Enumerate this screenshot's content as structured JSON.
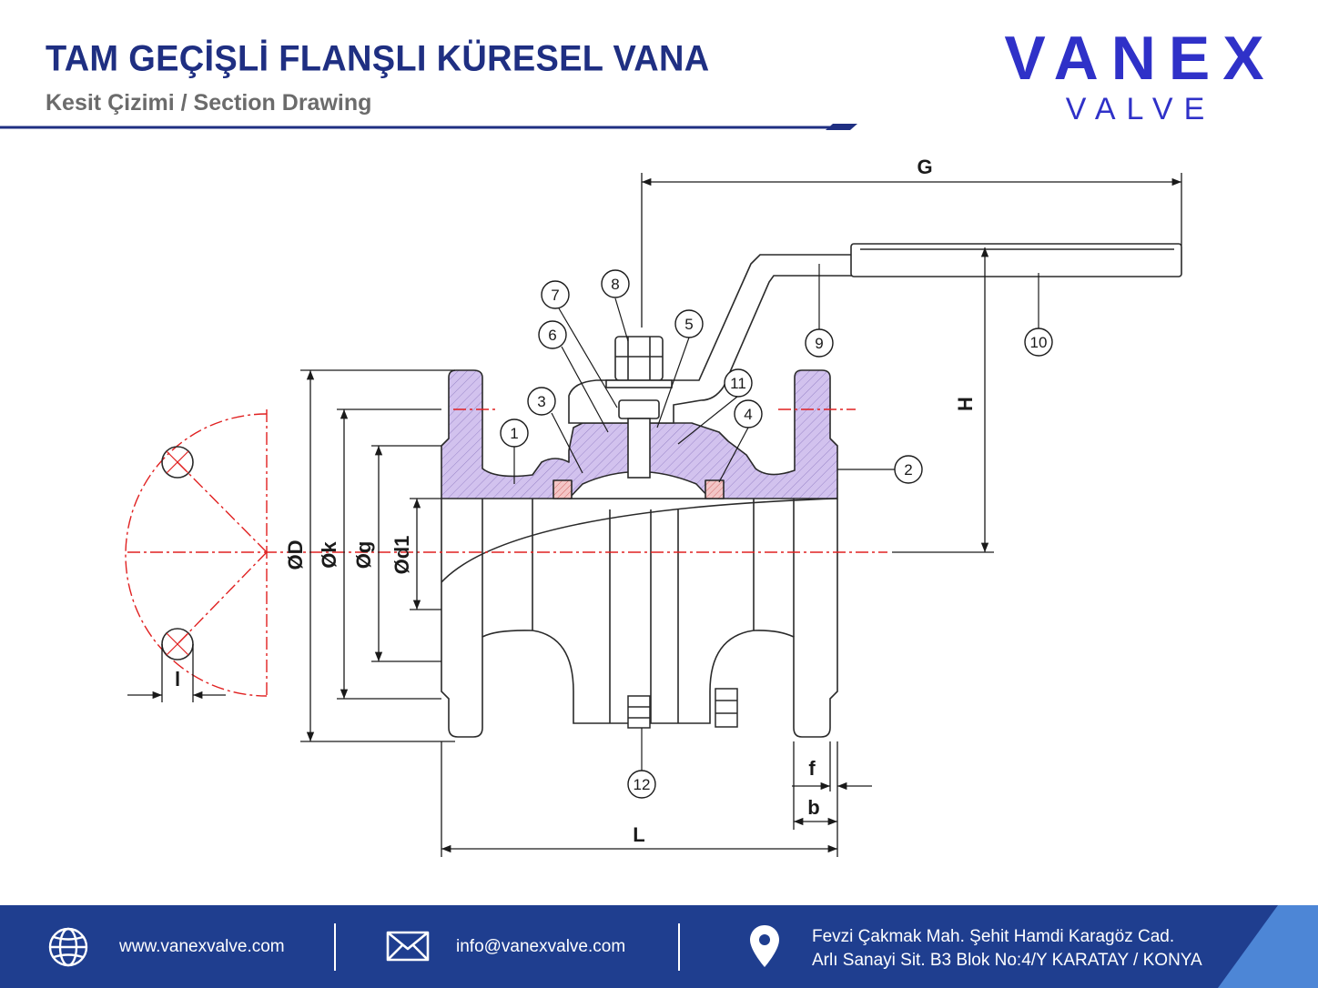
{
  "header": {
    "title": "TAM GEÇİŞLİ FLANŞLI KÜRESEL VANA",
    "subtitle": "Kesit Çizimi / Section Drawing"
  },
  "brand": {
    "name": "VANEX",
    "sub": "VALVE",
    "color": "#2f31c8"
  },
  "drawing": {
    "dimensions": {
      "G": "G",
      "H": "H",
      "L": "L",
      "f": "f",
      "b": "b",
      "l": "l",
      "D": "ØD",
      "k": "Øk",
      "g": "Øg",
      "d1": "Ød1"
    },
    "parts": [
      "1",
      "2",
      "3",
      "4",
      "5",
      "6",
      "7",
      "8",
      "9",
      "10",
      "11",
      "12"
    ]
  },
  "footer": {
    "website": "www.vanexvalve.com",
    "email": "info@vanexvalve.com",
    "address_line1": "Fevzi Çakmak Mah. Şehit Hamdi Karagöz Cad.",
    "address_line2": "Arlı Sanayi Sit. B3 Blok No:4/Y KARATAY / KONYA",
    "icons": [
      "globe-icon",
      "envelope-icon",
      "location-pin-icon"
    ]
  },
  "colors": {
    "navy": "#1f2f82",
    "footer": "#1f3e8f",
    "accent": "#4d86d6",
    "hatch": "#c9b6e8",
    "center": "#e02020"
  }
}
